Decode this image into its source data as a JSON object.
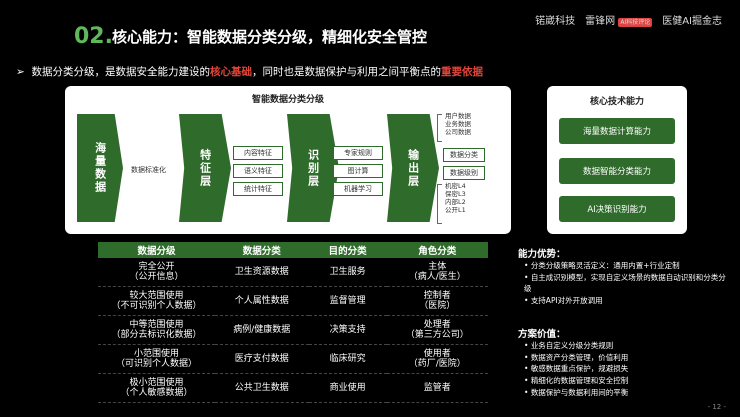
{
  "header": {
    "number": "02.",
    "title": "核心能力：智能数据分类分级，精细化安全管控",
    "logo1": "锘崴科技",
    "logo2": "雷锋网",
    "logo2_badge": "AI科技评论",
    "logo3": "医健AI掘金志"
  },
  "subtitle": {
    "prefix": "➢",
    "part1": "数据分类分级，是数据安全能力建设的",
    "hl1": "核心基础",
    "part2": "，同时也是数据保护与利用之间平衡点的",
    "hl2": "重要依据"
  },
  "diagram": {
    "title": "智能数据分类分级",
    "stage1": "海量数据",
    "standardize": "数据标准化",
    "stage2": "特征层",
    "features": [
      "内容特征",
      "语义特征",
      "统计特征"
    ],
    "stage3": "识别层",
    "methods": [
      "专家规则",
      "图计算",
      "机器学习"
    ],
    "stage4": "输出层",
    "outputs": [
      "数据分类",
      "数据级别"
    ],
    "data_types": [
      "用户数据",
      "业务数据",
      "公司数据"
    ],
    "levels": [
      "机密L4",
      "保密L3",
      "内部L2",
      "公开L1"
    ]
  },
  "tech_panel": {
    "title": "核心技术能力",
    "items": [
      "海量数据计算能力",
      "数据智能分类能力",
      "AI决策识别能力"
    ]
  },
  "table": {
    "headers": [
      "数据分级",
      "数据分类",
      "目的分类",
      "角色分类"
    ],
    "rows": [
      [
        "完全公开\n（公开信息）",
        "卫生资源数据",
        "卫生服务",
        "主体\n（病人/医生）"
      ],
      [
        "较大范围使用\n（不可识别个人数据）",
        "个人属性数据",
        "监督管理",
        "控制者\n（医院）"
      ],
      [
        "中等范围使用\n（部分去标识化数据）",
        "病例/健康数据",
        "决策支持",
        "处理者\n（第三方公司）"
      ],
      [
        "小范围使用\n（可识别个人数据）",
        "医疗支付数据",
        "临床研究",
        "使用者\n（药厂/医院）"
      ],
      [
        "极小范围使用\n（个人敏感数据）",
        "公共卫生数据",
        "商业使用",
        "监管者"
      ]
    ]
  },
  "advantages": {
    "title": "能力优势：",
    "items": [
      "分类分级策略灵活定义：通用内置+行业定制",
      "自主成识别模型，实现自定义场景的数据自动识别和分类分级",
      "支持API对外开放调用"
    ]
  },
  "value": {
    "title": "方案价值：",
    "items": [
      "业务自定义分级分类规则",
      "数据资产分类管理，价值利用",
      "敏感数据重点保护，规避损失",
      "精细化的数据管理和安全控制",
      "数据保护与数据利用间的平衡"
    ]
  },
  "page": "- 12 -",
  "colors": {
    "accent_green": "#2f6b2b",
    "title_green": "#5fb85a",
    "highlight_red": "#e0453a"
  }
}
